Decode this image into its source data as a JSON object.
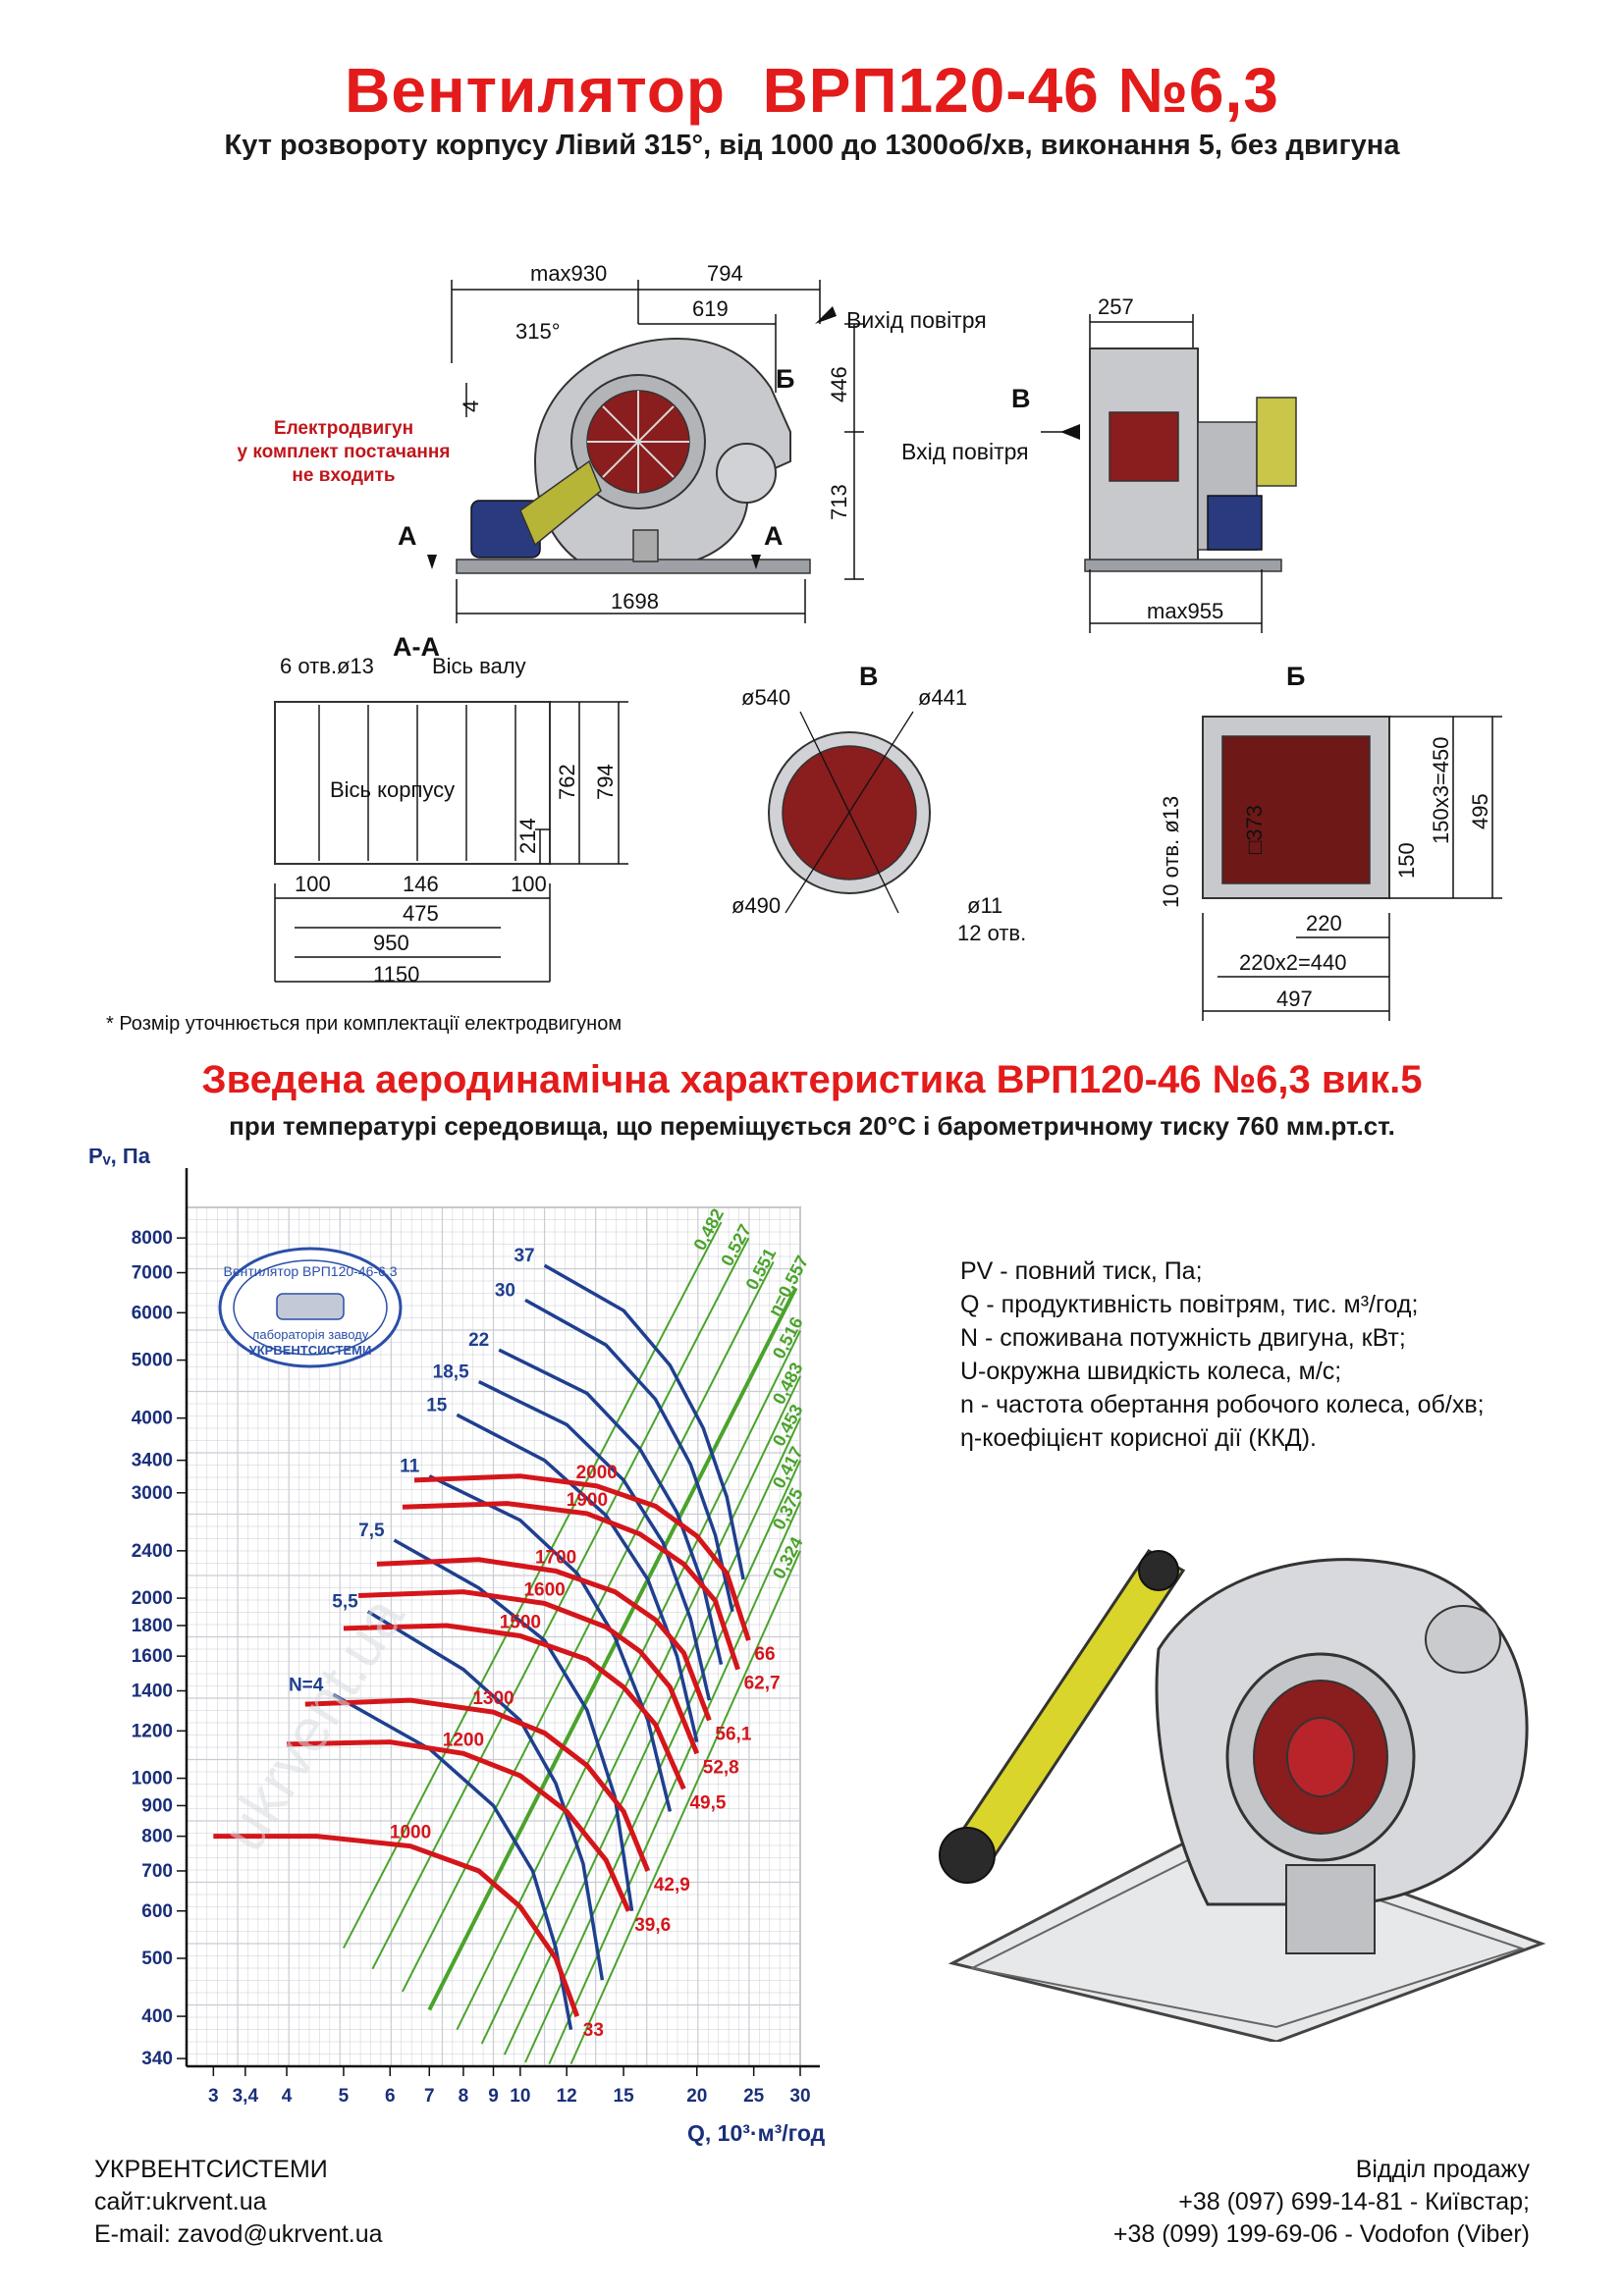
{
  "header": {
    "title": "Вентилятор  ВРП120-46 №6,3",
    "subtitle": "Кут розвороту корпусу Лівий 315°, від 1000 до 1300об/хв, виконання 5, без двигуна"
  },
  "drawing_main": {
    "dims": [
      "max930",
      "794",
      "619",
      "315°",
      "446",
      "713",
      "1698",
      "4"
    ],
    "outlet_label": "Вихід повітря",
    "view_b": "Б",
    "section_a": "А",
    "motor_note": "Електродвигун\nу комплект постачання\nне входить"
  },
  "drawing_side": {
    "dims": [
      "257",
      "max955"
    ],
    "inlet_label": "Вхід повітря",
    "view_v": "В"
  },
  "section_aa": {
    "title": "А-А",
    "holes": "6 отв.ø13",
    "shaft_axis": "Вісь валу",
    "body_axis": "Вісь корпусу",
    "dims": [
      "762",
      "794",
      "214",
      "100",
      "146",
      "100",
      "475",
      "950",
      "1150"
    ]
  },
  "view_v": {
    "title": "В",
    "dims": [
      "ø540",
      "ø441",
      "ø490",
      "ø11",
      "12 отв."
    ]
  },
  "view_b": {
    "title": "Б",
    "dims": [
      "150х3=450",
      "495",
      "150",
      "□373",
      "10 отв. ø13",
      "220",
      "220х2=440",
      "497"
    ]
  },
  "footnote": "* Розмір уточнюється при комплектації електродвигуном",
  "characteristic": {
    "title": "Зведена аеродинамічна характеристика ВРП120-46 №6,3 вик.5",
    "subtitle": "при температурі середовища, що переміщується 20°С і барометричному тиску 760 мм.рт.ст.",
    "stamp_top": "Вентилятор ВРП120-46-6,3",
    "stamp_bottom": "лабораторія заводу",
    "stamp_org": "УКРВЕНТСИСТЕМИ"
  },
  "chart_data": {
    "type": "line",
    "title": "",
    "ylabel": "Pᵥ, Па",
    "xlabel": "Q, 10³·м³/год",
    "x_scale": "log",
    "y_scale": "log",
    "xlim": [
      2.7,
      30
    ],
    "ylim": [
      330,
      9000
    ],
    "x_ticks": [
      3,
      3.4,
      4,
      5,
      6,
      7,
      8,
      9,
      10,
      12,
      15,
      20,
      25,
      30
    ],
    "x_tick_labels": [
      "3",
      "3,4",
      "4",
      "5",
      "6",
      "7",
      "8",
      "9",
      "10",
      "12",
      "15",
      "20",
      "25",
      "30"
    ],
    "y_ticks": [
      340,
      400,
      500,
      600,
      700,
      800,
      900,
      1000,
      1200,
      1400,
      1600,
      1800,
      2000,
      2400,
      3000,
      3400,
      4000,
      5000,
      6000,
      7000,
      8000
    ],
    "grid": true,
    "speed_curves": [
      {
        "name": "1000",
        "end_u": "33",
        "points": [
          [
            3.0,
            800
          ],
          [
            4.5,
            800
          ],
          [
            6.5,
            770
          ],
          [
            8.5,
            700
          ],
          [
            10.0,
            610
          ],
          [
            11.5,
            500
          ],
          [
            12.5,
            400
          ]
        ]
      },
      {
        "name": "1200",
        "end_u": "39,6",
        "points": [
          [
            4.0,
            1140
          ],
          [
            6.0,
            1150
          ],
          [
            8.0,
            1100
          ],
          [
            10.0,
            1010
          ],
          [
            12.0,
            880
          ],
          [
            14.0,
            730
          ],
          [
            15.3,
            600
          ]
        ]
      },
      {
        "name": "1300",
        "end_u": "42,9",
        "points": [
          [
            4.3,
            1330
          ],
          [
            6.5,
            1350
          ],
          [
            9.0,
            1290
          ],
          [
            11.0,
            1190
          ],
          [
            13.0,
            1050
          ],
          [
            15.0,
            880
          ],
          [
            16.5,
            700
          ]
        ]
      },
      {
        "name": "1500",
        "end_u": "49,5",
        "points": [
          [
            5.0,
            1780
          ],
          [
            7.5,
            1800
          ],
          [
            10.0,
            1730
          ],
          [
            13.0,
            1580
          ],
          [
            15.0,
            1420
          ],
          [
            17.0,
            1230
          ],
          [
            19.0,
            960
          ]
        ]
      },
      {
        "name": "1600",
        "end_u": "52,8",
        "points": [
          [
            5.3,
            2020
          ],
          [
            8.0,
            2050
          ],
          [
            11.0,
            1960
          ],
          [
            14.0,
            1790
          ],
          [
            16.0,
            1630
          ],
          [
            18.0,
            1420
          ],
          [
            20.0,
            1100
          ]
        ]
      },
      {
        "name": "1700",
        "end_u": "56,1",
        "points": [
          [
            5.7,
            2280
          ],
          [
            8.5,
            2320
          ],
          [
            11.5,
            2220
          ],
          [
            14.5,
            2050
          ],
          [
            17.0,
            1840
          ],
          [
            19.0,
            1620
          ],
          [
            21.0,
            1250
          ]
        ]
      },
      {
        "name": "1900",
        "end_u": "62,7",
        "points": [
          [
            6.3,
            2840
          ],
          [
            9.5,
            2880
          ],
          [
            13.0,
            2770
          ],
          [
            16.0,
            2560
          ],
          [
            19.0,
            2280
          ],
          [
            21.5,
            1980
          ],
          [
            23.5,
            1520
          ]
        ]
      },
      {
        "name": "2000",
        "end_u": "66",
        "points": [
          [
            6.6,
            3150
          ],
          [
            10.0,
            3200
          ],
          [
            13.5,
            3080
          ],
          [
            17.0,
            2850
          ],
          [
            20.0,
            2540
          ],
          [
            22.5,
            2200
          ],
          [
            24.5,
            1700
          ]
        ]
      }
    ],
    "power_curves": [
      {
        "name": "N=4",
        "points": [
          [
            4.8,
            1380
          ],
          [
            7.0,
            1120
          ],
          [
            9.0,
            900
          ],
          [
            10.5,
            700
          ],
          [
            11.5,
            520
          ],
          [
            12.2,
            380
          ]
        ]
      },
      {
        "name": "5,5",
        "points": [
          [
            5.5,
            1900
          ],
          [
            8.0,
            1520
          ],
          [
            10.0,
            1250
          ],
          [
            11.5,
            980
          ],
          [
            12.8,
            720
          ],
          [
            13.8,
            460
          ]
        ]
      },
      {
        "name": "7,5",
        "points": [
          [
            6.1,
            2500
          ],
          [
            8.5,
            2080
          ],
          [
            11.0,
            1700
          ],
          [
            13.0,
            1300
          ],
          [
            14.5,
            930
          ],
          [
            15.5,
            600
          ]
        ]
      },
      {
        "name": "11",
        "points": [
          [
            7.0,
            3200
          ],
          [
            10.0,
            2700
          ],
          [
            12.5,
            2200
          ],
          [
            14.5,
            1720
          ],
          [
            16.5,
            1250
          ],
          [
            18.0,
            880
          ]
        ]
      },
      {
        "name": "15",
        "points": [
          [
            7.8,
            4050
          ],
          [
            11.0,
            3400
          ],
          [
            14.0,
            2750
          ],
          [
            16.5,
            2150
          ],
          [
            18.5,
            1600
          ],
          [
            20.0,
            1150
          ]
        ]
      },
      {
        "name": "18,5",
        "points": [
          [
            8.5,
            4600
          ],
          [
            12.0,
            3900
          ],
          [
            15.0,
            3150
          ],
          [
            17.5,
            2480
          ],
          [
            19.5,
            1850
          ],
          [
            21.0,
            1350
          ]
        ]
      },
      {
        "name": "22",
        "points": [
          [
            9.2,
            5200
          ],
          [
            13.0,
            4400
          ],
          [
            16.0,
            3550
          ],
          [
            18.5,
            2780
          ],
          [
            20.5,
            2100
          ],
          [
            22.0,
            1550
          ]
        ]
      },
      {
        "name": "30",
        "points": [
          [
            10.2,
            6300
          ],
          [
            14.0,
            5300
          ],
          [
            17.0,
            4300
          ],
          [
            19.5,
            3350
          ],
          [
            21.5,
            2550
          ],
          [
            23.0,
            1900
          ]
        ]
      },
      {
        "name": "37",
        "points": [
          [
            11.0,
            7200
          ],
          [
            15.0,
            6050
          ],
          [
            18.0,
            4900
          ],
          [
            20.5,
            3850
          ],
          [
            22.5,
            2950
          ],
          [
            24.0,
            2150
          ]
        ]
      }
    ],
    "efficiency_lines": [
      {
        "name": "0,482",
        "points": [
          [
            5.0,
            520
          ],
          [
            22.0,
            8500
          ]
        ]
      },
      {
        "name": "0,527",
        "points": [
          [
            5.6,
            480
          ],
          [
            24.5,
            8000
          ]
        ]
      },
      {
        "name": "0,551",
        "points": [
          [
            6.3,
            440
          ],
          [
            27.0,
            7300
          ]
        ]
      },
      {
        "name": "η=0,557",
        "points": [
          [
            7.0,
            410
          ],
          [
            29.5,
            6600
          ]
        ]
      },
      {
        "name": "0,516",
        "points": [
          [
            7.8,
            380
          ],
          [
            30.0,
            5600
          ]
        ]
      },
      {
        "name": "0,483",
        "points": [
          [
            8.6,
            360
          ],
          [
            30.0,
            4700
          ]
        ]
      },
      {
        "name": "0,453",
        "points": [
          [
            9.4,
            345
          ],
          [
            30.0,
            4000
          ]
        ]
      },
      {
        "name": "0,417",
        "points": [
          [
            10.2,
            335
          ],
          [
            30.0,
            3400
          ]
        ]
      },
      {
        "name": "0,375",
        "points": [
          [
            11.2,
            333
          ],
          [
            30.0,
            2900
          ]
        ]
      },
      {
        "name": "0,324",
        "points": [
          [
            12.2,
            333
          ],
          [
            30.0,
            2400
          ]
        ]
      }
    ]
  },
  "legend": [
    "PV - повний тиск, Па;",
    "Q - продуктивність повітрям, тис. м³/год;",
    "N - споживана потужність двигуна, кВт;",
    "U-окружна швидкість колеса, м/с;",
    "n - частота обертання робочого колеса, об/хв;",
    "η-коефіцієнт корисної дії (ККД)."
  ],
  "watermark": "ukrvent.ua",
  "footer": {
    "company": "УКРВЕНТСИСТЕМИ",
    "site": "сайт:ukrvent.ua",
    "email": "E-mail: zavod@ukrvent.ua",
    "sales": "Відділ продажу",
    "phone1": "+38 (097) 699-14-81 - Київстар;",
    "phone2": "+38 (099) 199-69-06 - Vodofon (Viber)"
  },
  "colors": {
    "red": "#e31b1b",
    "speed_curve": "#d4161b",
    "power_curve": "#1f3f8f",
    "efficiency_line": "#4aa32b",
    "grid": "#c9ccd3"
  }
}
